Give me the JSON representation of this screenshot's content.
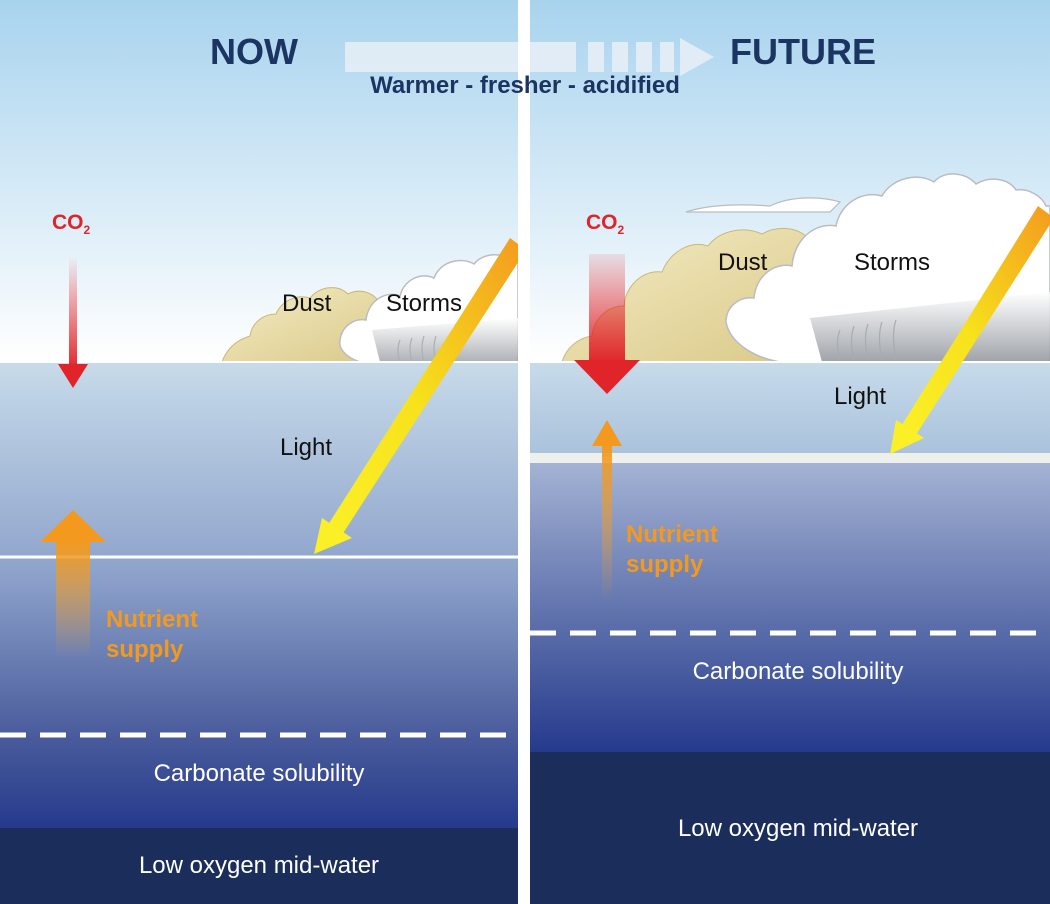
{
  "header": {
    "now_label": "NOW",
    "future_label": "FUTURE",
    "subtitle": "Warmer - fresher - acidified"
  },
  "now_panel": {
    "co2_label": "CO",
    "co2_sub": "2",
    "dust_label": "Dust",
    "storms_label": "Storms",
    "light_label": "Light",
    "nutrient_label": "Nutrient supply",
    "carbonate_label": "Carbonate solubility",
    "low_oxygen_label": "Low oxygen mid-water"
  },
  "future_panel": {
    "co2_label": "CO",
    "co2_sub": "2",
    "dust_label": "Dust",
    "storms_label": "Storms",
    "light_label": "Light",
    "nutrient_label": "Nutrient supply",
    "carbonate_label": "Carbonate solubility",
    "low_oxygen_label": "Low oxygen mid-water"
  },
  "colors": {
    "title_navy": "#1c3461",
    "co2_red": "#e0242a",
    "nutrient_orange": "#f39a1e",
    "light_yellow": "#f5e51b",
    "deep_water": "#1b2d5a",
    "sky_top": "#a9d3ee"
  }
}
